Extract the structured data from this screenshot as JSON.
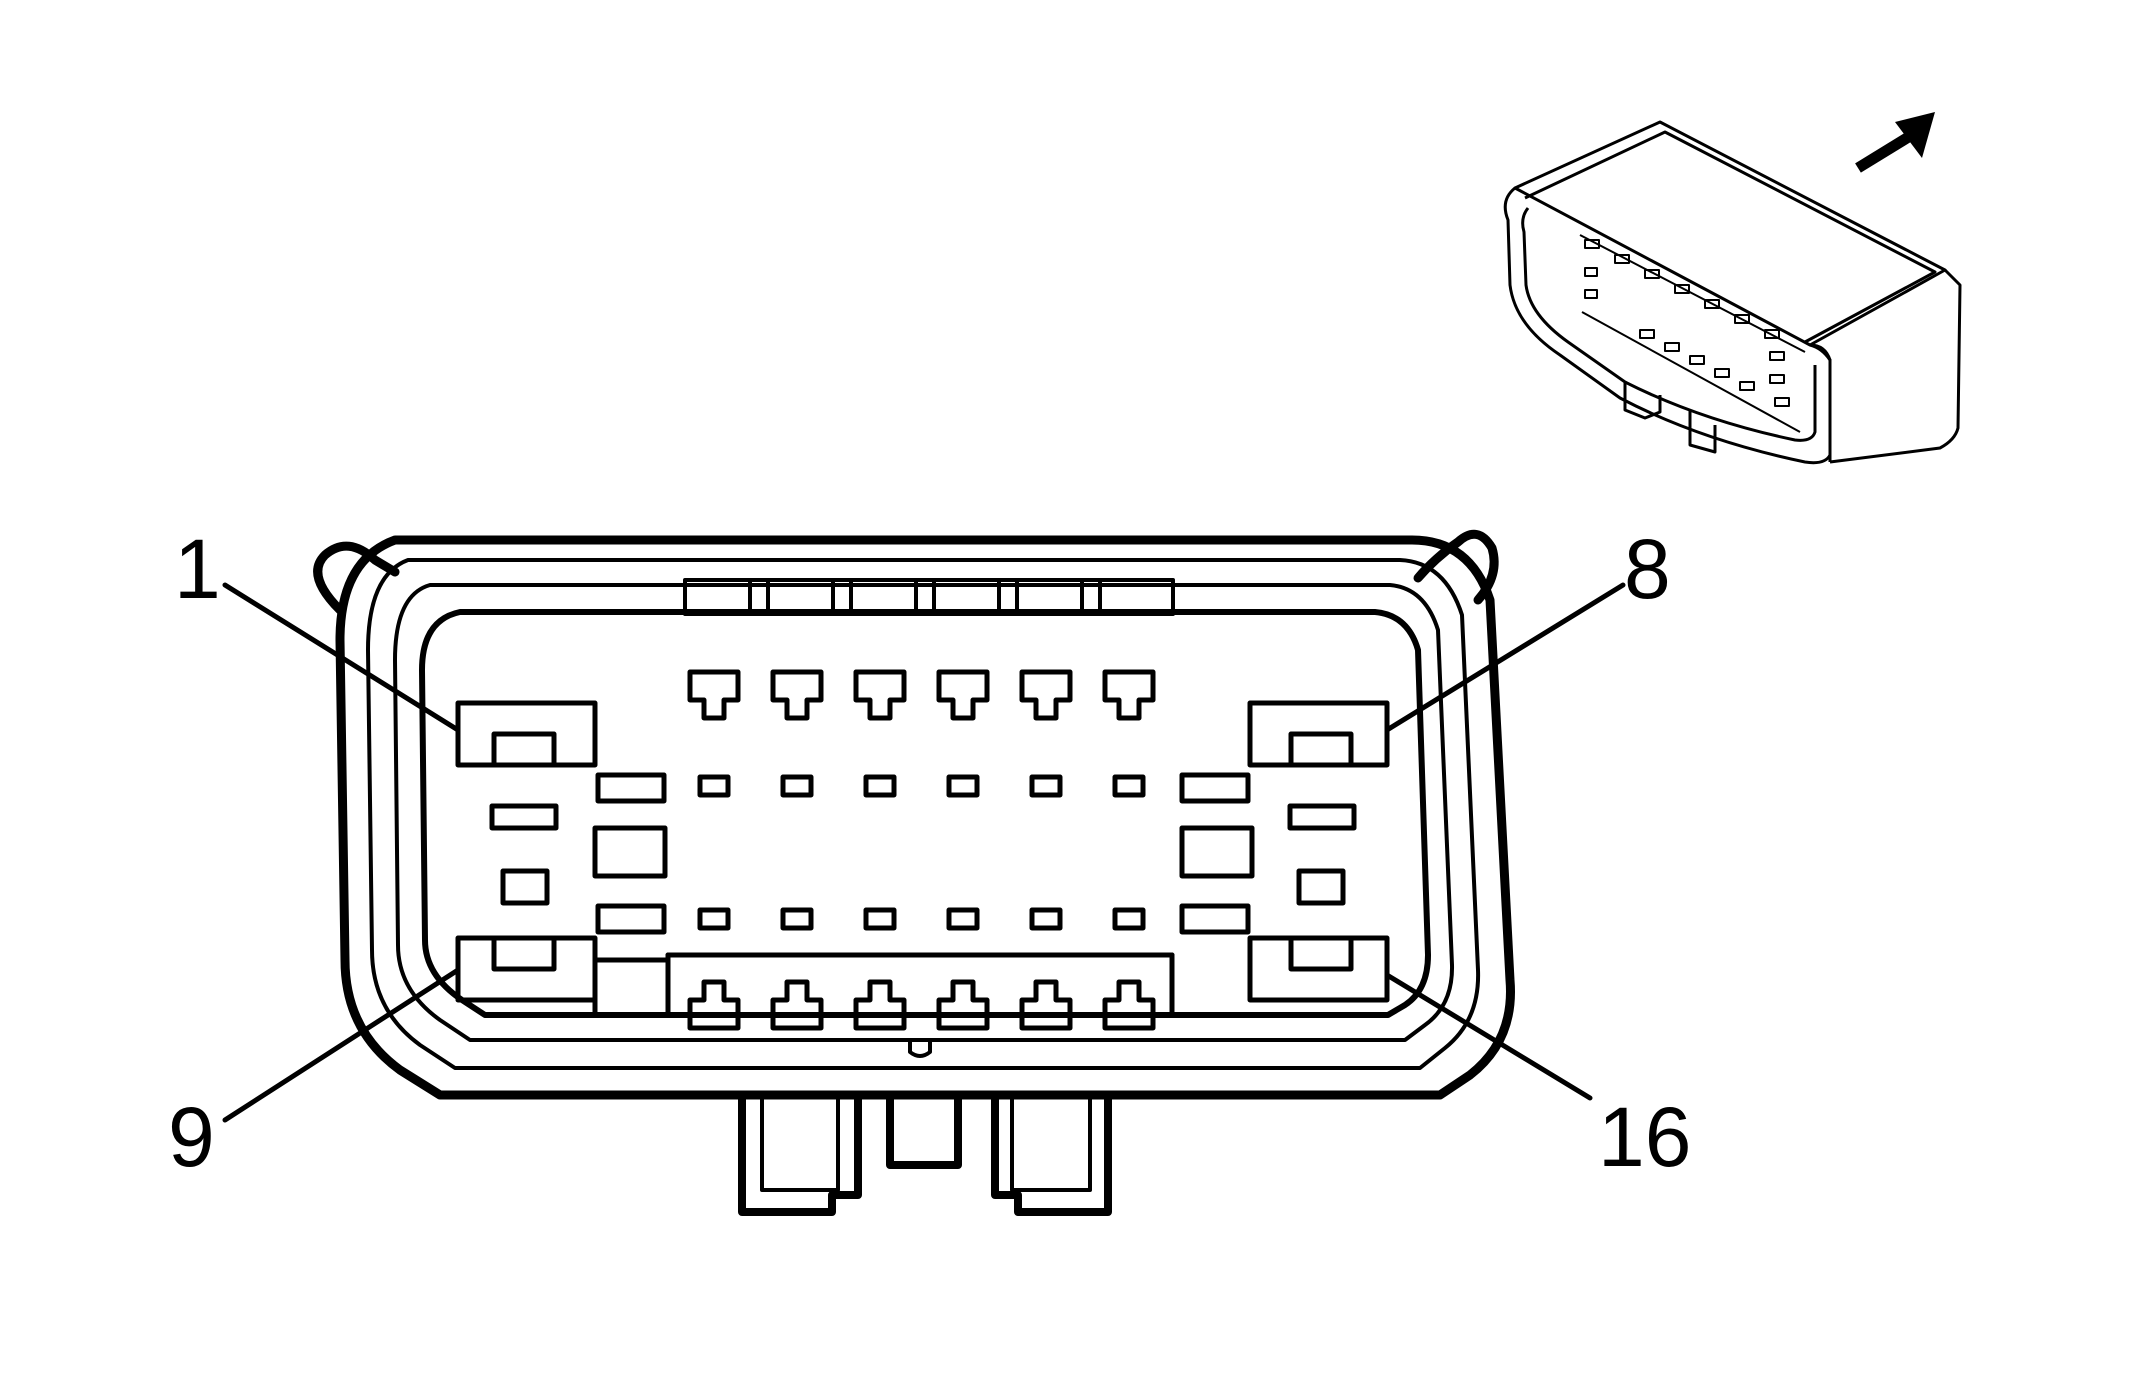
{
  "connector": {
    "pin_labels": {
      "top_left": "1",
      "top_right": "8",
      "bottom_left": "9",
      "bottom_right": "16"
    },
    "pin_count": 16
  },
  "inset": {
    "icon": "connector-isometric-view",
    "arrow_icon": "direction-arrow-icon"
  },
  "colors": {
    "stroke": "#000000",
    "background": "#ffffff"
  }
}
